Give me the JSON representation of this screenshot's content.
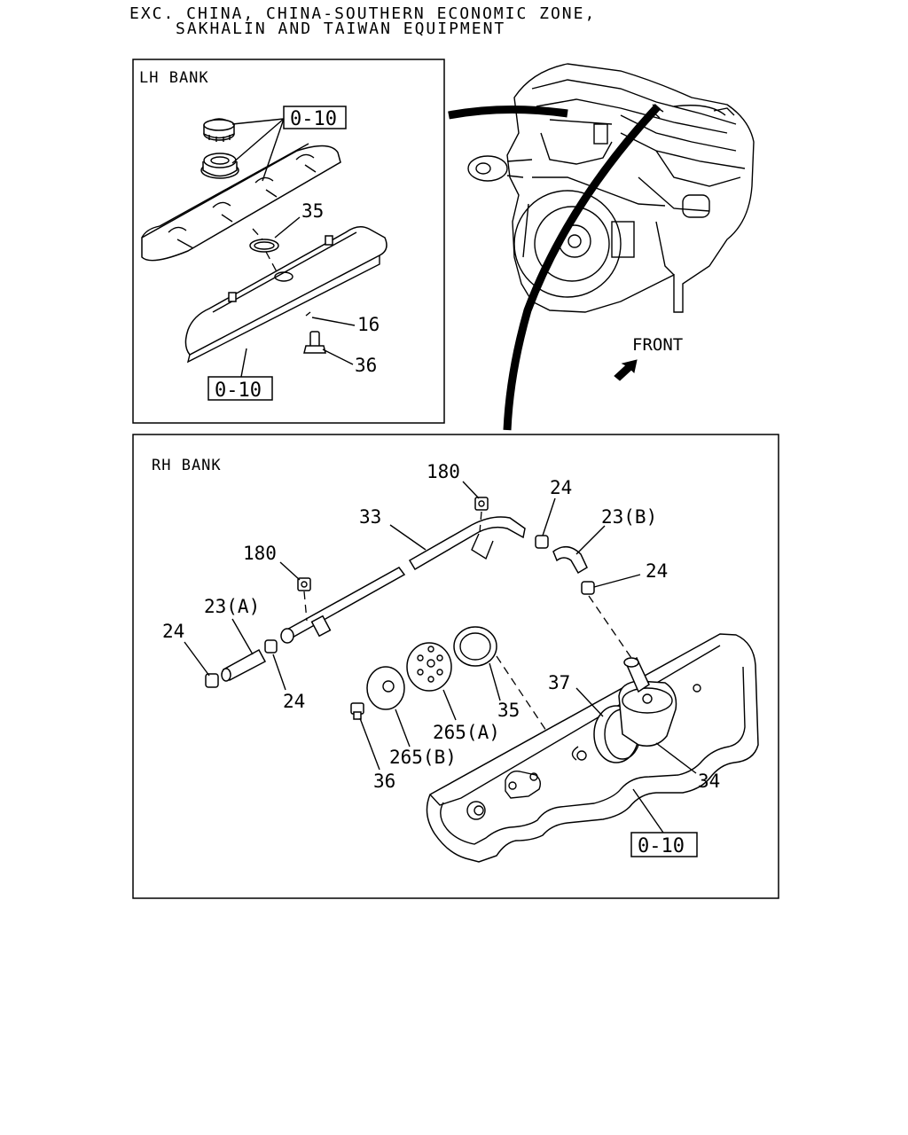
{
  "header": {
    "line1": "EXC. CHINA, CHINA-SOUTHERN ECONOMIC ZONE,",
    "line2": "SAKHALIN AND TAIWAN EQUIPMENT"
  },
  "lh_panel": {
    "title": "LH BANK",
    "refs": [
      "0-10",
      "0-10"
    ],
    "labels": {
      "p35": "35",
      "p16": "16",
      "p36": "36"
    }
  },
  "engine": {
    "front_label": "FRONT"
  },
  "rh_panel": {
    "title": "RH BANK",
    "ref": "0-10",
    "labels": {
      "p180a": "180",
      "p180b": "180",
      "p33": "33",
      "p24a": "24",
      "p24b": "24",
      "p24c": "24",
      "p24d": "24",
      "p23b": "23(B)",
      "p23a": "23(A)",
      "p35": "35",
      "p37": "37",
      "p34": "34",
      "p265a": "265(A)",
      "p265b": "265(B)",
      "p36": "36"
    }
  }
}
